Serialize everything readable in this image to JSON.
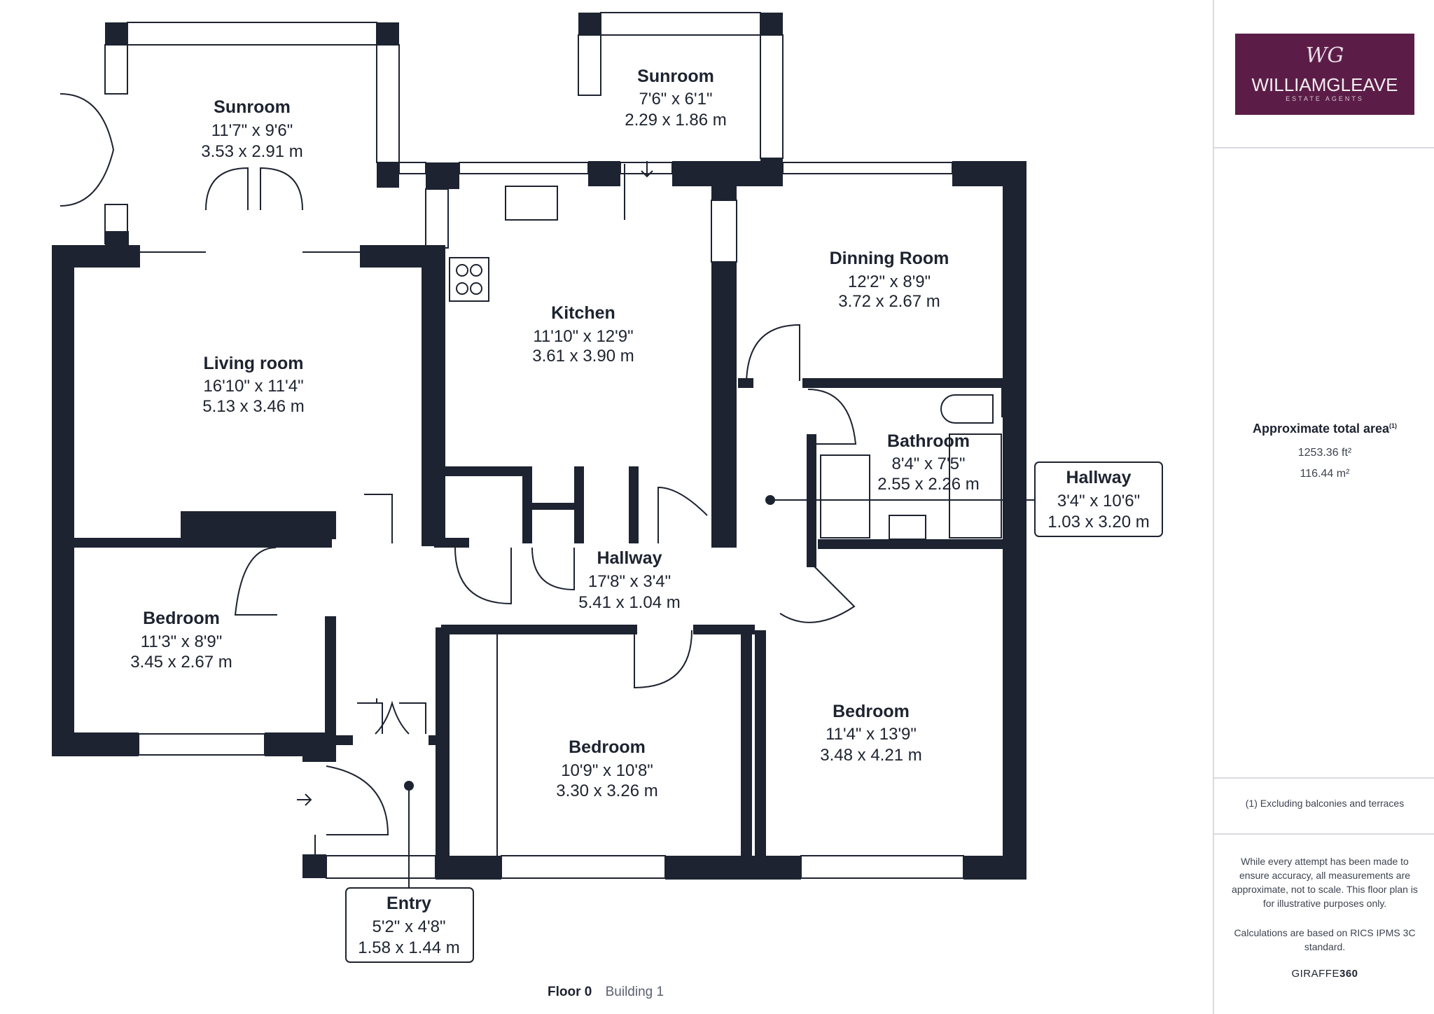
{
  "floor": {
    "name": "Floor 0",
    "building": "Building 1"
  },
  "rooms": [
    {
      "name": "Sunroom",
      "imperial": "11'7\" x 9'6\"",
      "metric": "3.53 x 2.91 m"
    },
    {
      "name": "Sunroom",
      "imperial": "7'6\" x 6'1\"",
      "metric": "2.29 x 1.86 m"
    },
    {
      "name": "Kitchen",
      "imperial": "11'10\" x 12'9\"",
      "metric": "3.61 x 3.90 m"
    },
    {
      "name": "Dinning Room",
      "imperial": "12'2\" x 8'9\"",
      "metric": "3.72 x 2.67 m"
    },
    {
      "name": "Living room",
      "imperial": "16'10\" x 11'4\"",
      "metric": "5.13 x 3.46 m"
    },
    {
      "name": "Bathroom",
      "imperial": "8'4\" x 7'5\"",
      "metric": "2.55 x 2.26 m"
    },
    {
      "name": "Hallway",
      "imperial": "17'8\" x 3'4\"",
      "metric": "5.41 x 1.04 m"
    },
    {
      "name": "Bedroom",
      "imperial": "11'3\" x 8'9\"",
      "metric": "3.45 x 2.67 m"
    },
    {
      "name": "Bedroom",
      "imperial": "11'4\" x 13'9\"",
      "metric": "3.48 x 4.21 m"
    },
    {
      "name": "Bedroom",
      "imperial": "10'9\" x 10'8\"",
      "metric": "3.30 x 3.26 m"
    }
  ],
  "callouts": [
    {
      "name": "Hallway",
      "imperial": "3'4\" x 10'6\"",
      "metric": "1.03 x 3.20 m"
    },
    {
      "name": "Entry",
      "imperial": "5'2\" x 4'8\"",
      "metric": "1.58 x 1.44 m"
    }
  ],
  "sidebar": {
    "logo": {
      "monogram": "WG",
      "name": "WILLIAMGLEAVE",
      "tagline": "ESTATE AGENTS",
      "color": "#5b1d47"
    },
    "area_title": "Approximate total area",
    "area_title_note": "(1)",
    "area_sqft": "1253.36 ft²",
    "area_sqm": "116.44 m²",
    "footnote": "(1) Excluding balconies and terraces",
    "disclaimer_1": "While every attempt has been made to ensure accuracy, all measurements are approximate, not to scale. This floor plan is for illustrative purposes only.",
    "disclaimer_2": "Calculations are based on RICS IPMS 3C standard.",
    "brand_light": "GIRAFFE",
    "brand_bold": "360"
  },
  "colors": {
    "wall": "#1d2330",
    "text": "#1d2330",
    "dim_text": "#3d4350",
    "brand": "#5b1d47"
  }
}
